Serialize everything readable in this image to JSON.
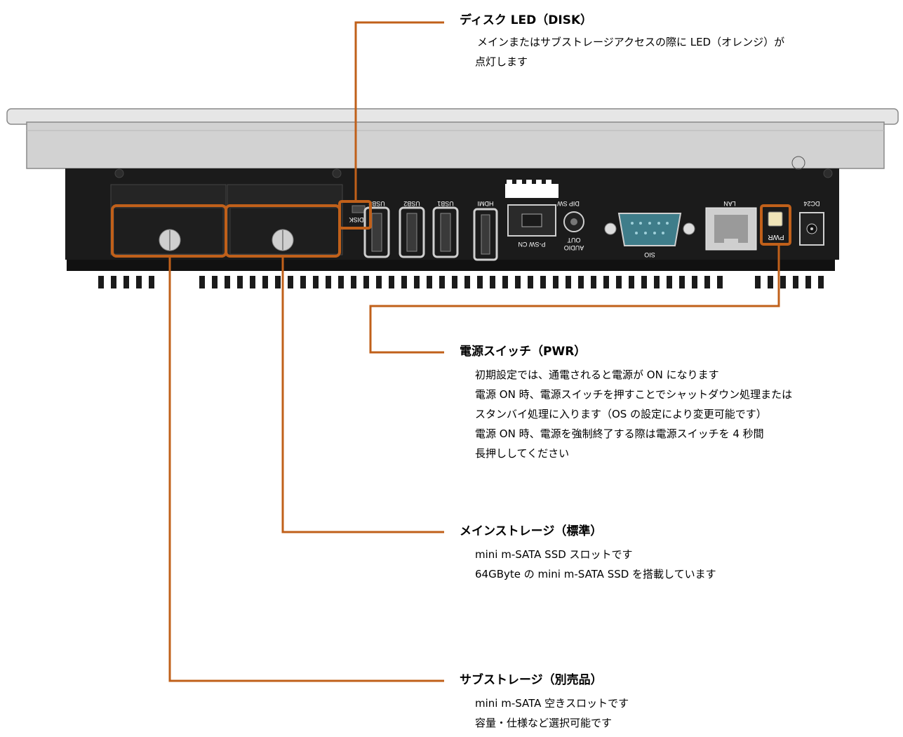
{
  "device": {
    "port_labels": {
      "disk": "DISK",
      "usb3": "USB3",
      "usb2": "USB2",
      "usb1": "USB1",
      "hdmi": "HDMI",
      "dip_sw": "DIP SW",
      "p_sw_cn": "P-SW CN",
      "audio_out_1": "AUDIO",
      "audio_out_2": "OUT",
      "sio": "SIO",
      "lan": "LAN",
      "pwr": "PWR",
      "dc24": "DC24"
    }
  },
  "callouts": {
    "disk_led": {
      "title": "ディスク LED（DISK）",
      "lines": [
        "メインまたはサブストレージアクセスの際に LED（オレンジ）が",
        "点灯します"
      ]
    },
    "power_switch": {
      "title": "電源スイッチ（PWR）",
      "lines": [
        "初期設定では、通電されると電源が ON になります",
        "電源 ON 時、電源スイッチを押すことでシャットダウン処理または",
        "スタンバイ処理に入ります（OS の設定により変更可能です）",
        "電源 ON 時、電源を強制終了する際は電源スイッチを 4 秒間",
        "長押ししてください"
      ]
    },
    "main_storage": {
      "title": "メインストレージ（標準）",
      "lines": [
        "mini m-SATA SSD スロットです",
        "64GByte の mini m-SATA SSD を搭載しています"
      ]
    },
    "sub_storage": {
      "title": "サブストレージ（別売品）",
      "lines": [
        "mini m-SATA 空きスロットです",
        "容量・仕様など選択可能です"
      ]
    }
  },
  "colors": {
    "leader": "#c0601a",
    "chassis": "#1b1b1b",
    "bezel": "#d4d4d4",
    "connector": "#c8c8c8",
    "serial_port": "#3f7d8a"
  }
}
